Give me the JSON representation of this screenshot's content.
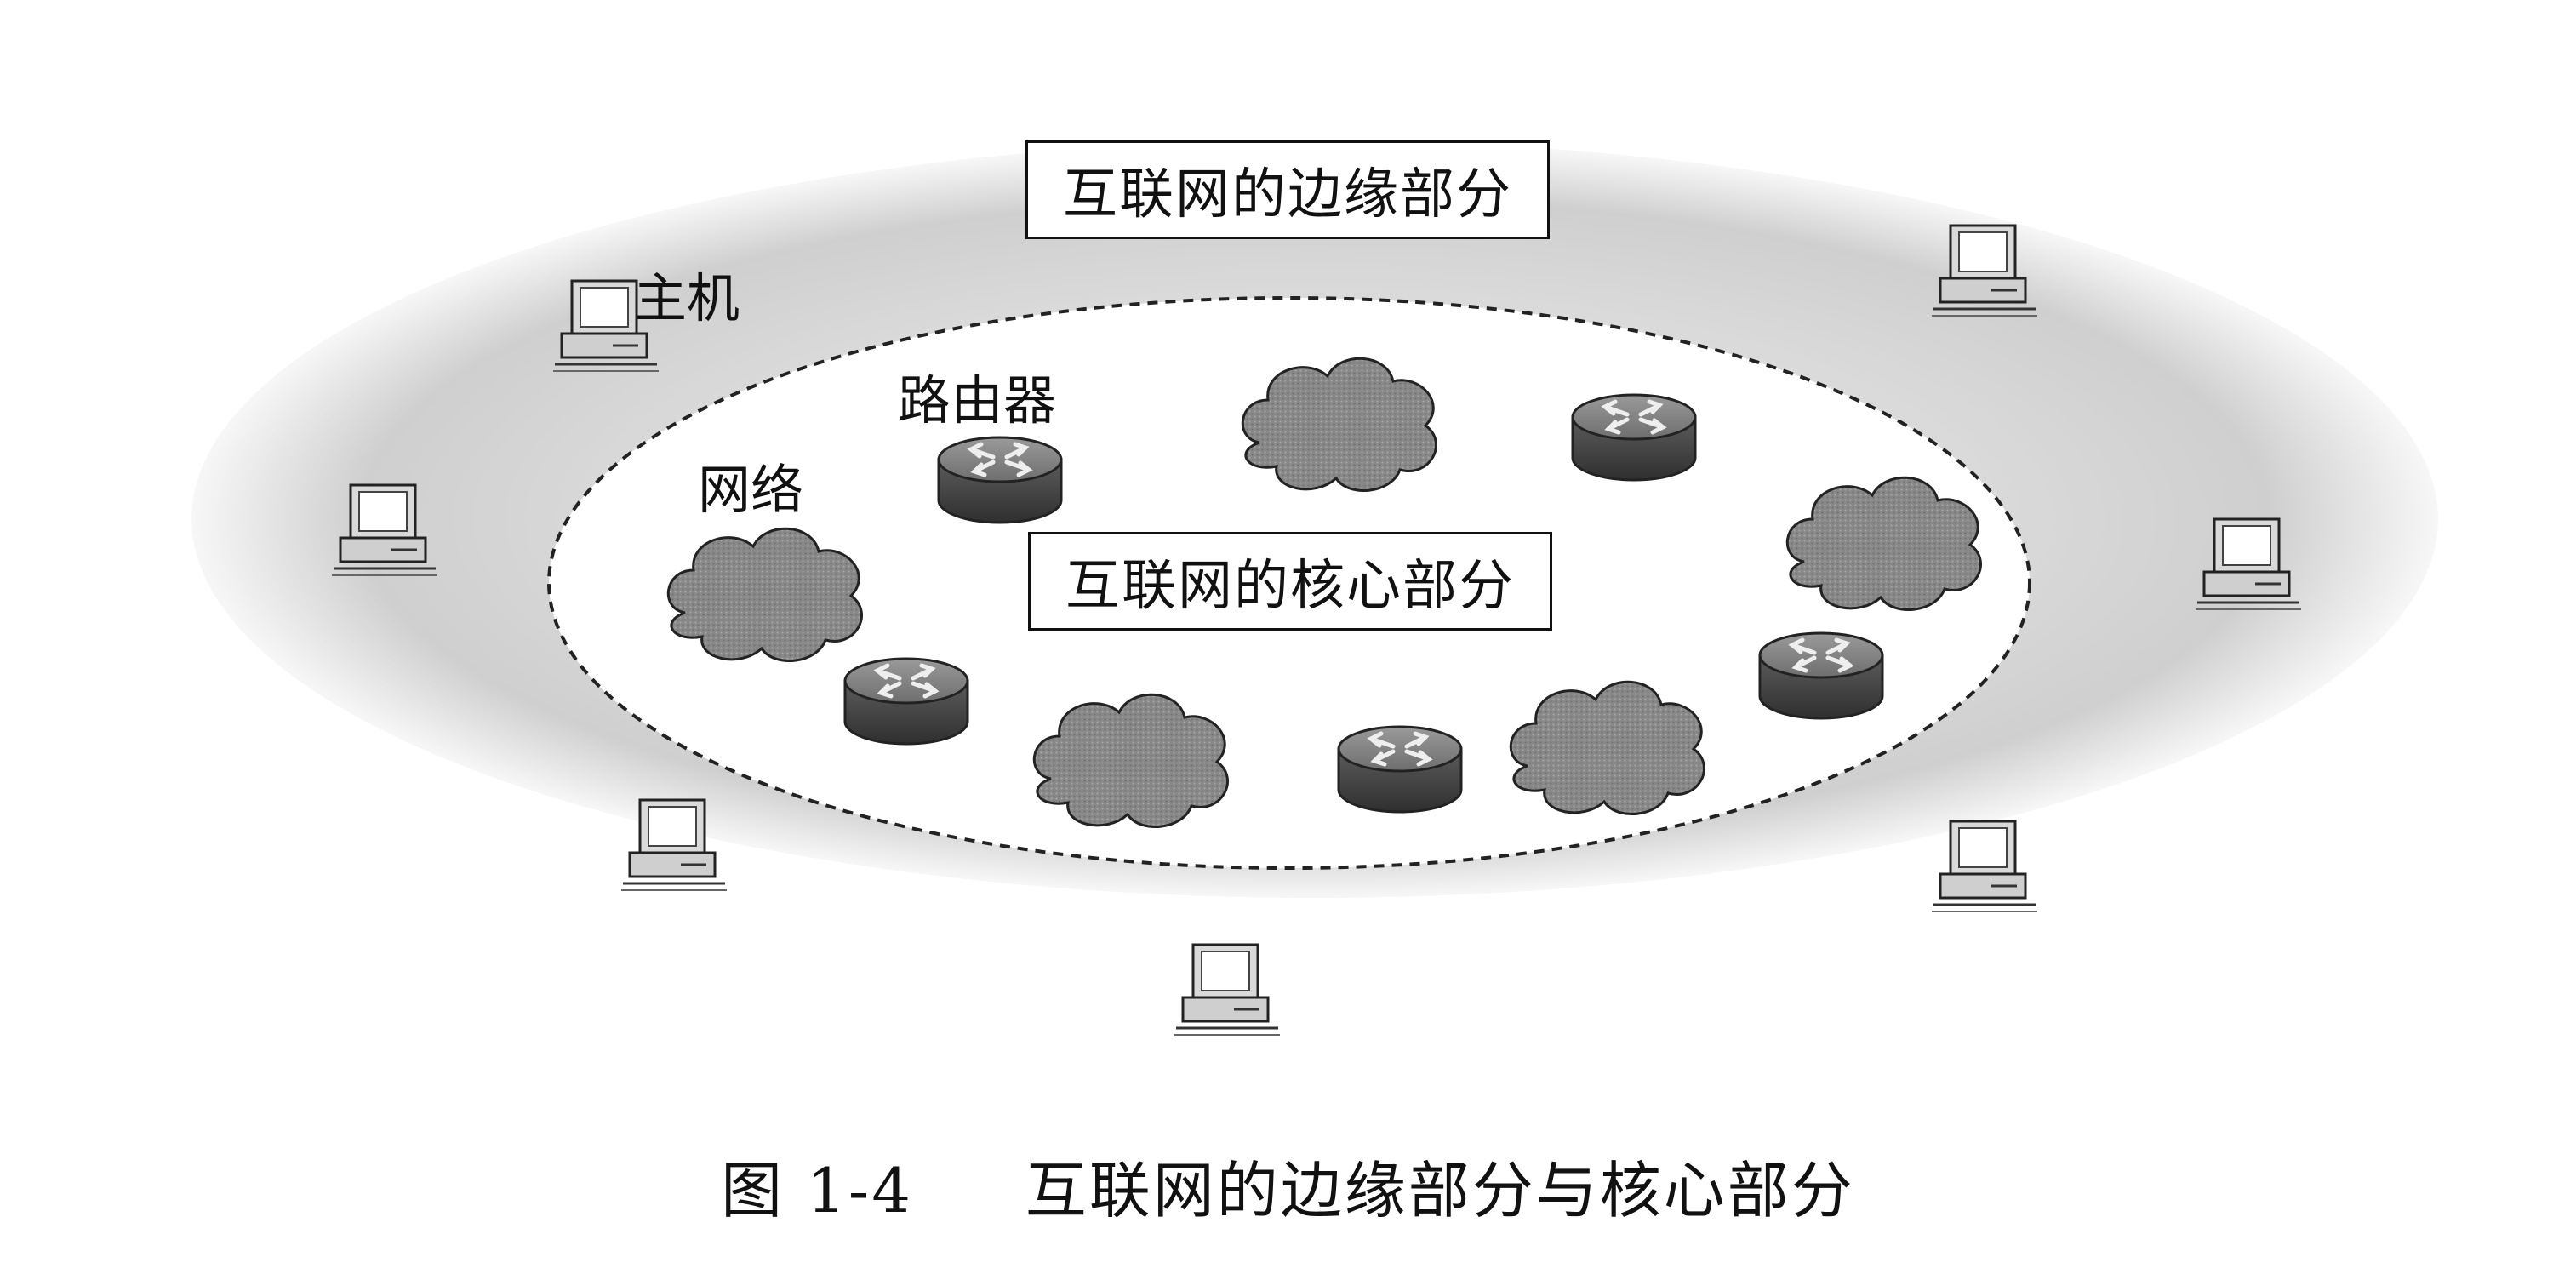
{
  "labels": {
    "edge_title": "互联网的边缘部分",
    "core_title": "互联网的核心部分",
    "host": "主机",
    "router": "路由器",
    "network": "网络"
  },
  "caption": {
    "number": "图 1-4",
    "text": "互联网的边缘部分与核心部分"
  },
  "icons": {
    "host": "host-computer-icon",
    "router": "router-icon",
    "network": "network-cloud-icon"
  },
  "colors": {
    "edge_region": "#c8c8c8",
    "core_region": "#ffffff",
    "router_body": "#6a6a6a",
    "cloud_fill": "#8c8c8c",
    "host_body": "#e6e6e6"
  }
}
